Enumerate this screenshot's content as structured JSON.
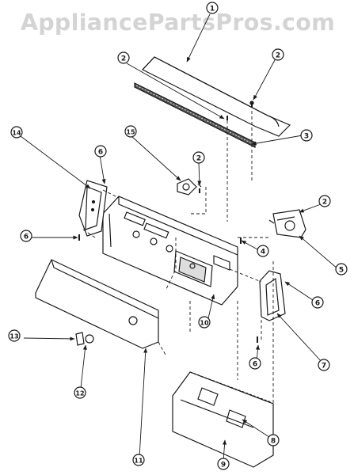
{
  "watermark": "AppliancePartsPros.com",
  "callouts": [
    {
      "id": "1",
      "label": "1"
    },
    {
      "id": "2a",
      "label": "2"
    },
    {
      "id": "2b",
      "label": "2"
    },
    {
      "id": "3",
      "label": "3"
    },
    {
      "id": "14",
      "label": "14"
    },
    {
      "id": "6a",
      "label": "6"
    },
    {
      "id": "15",
      "label": "15"
    },
    {
      "id": "2c",
      "label": "2"
    },
    {
      "id": "2d",
      "label": "2"
    },
    {
      "id": "6b",
      "label": "6"
    },
    {
      "id": "4",
      "label": "4"
    },
    {
      "id": "5",
      "label": "5"
    },
    {
      "id": "6c",
      "label": "6"
    },
    {
      "id": "10",
      "label": "10"
    },
    {
      "id": "7",
      "label": "7"
    },
    {
      "id": "6d",
      "label": "6"
    },
    {
      "id": "13",
      "label": "13"
    },
    {
      "id": "12",
      "label": "12"
    },
    {
      "id": "11",
      "label": "11"
    },
    {
      "id": "8",
      "label": "8"
    },
    {
      "id": "9",
      "label": "9"
    }
  ],
  "colors": {
    "line": "#1a1a1a",
    "watermark": "#d4d4d4",
    "background": "#ffffff"
  }
}
